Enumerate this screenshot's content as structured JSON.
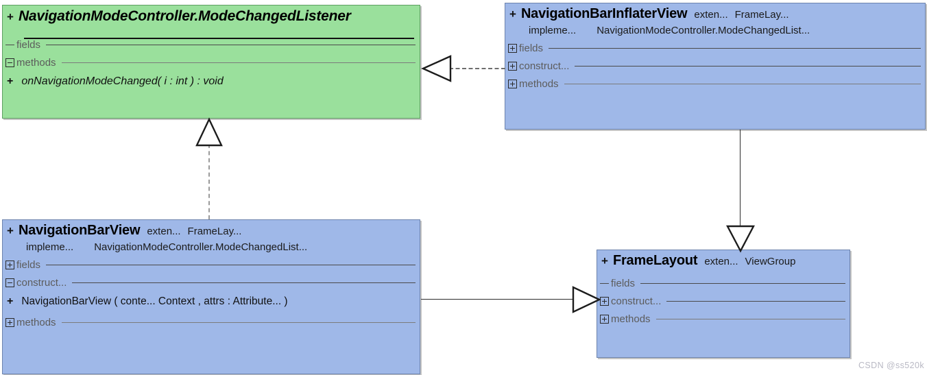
{
  "diagram": {
    "type": "uml-class-diagram",
    "watermark": "CSDN @ss520k",
    "colors": {
      "interface_fill": "#9ae09c",
      "class_fill": "#9fb8e8",
      "line": "#2b2b2b",
      "dashed_line": "#8a8a8a",
      "section_label": "#5c5c5c"
    }
  },
  "classes": {
    "mode_changed_listener": {
      "visibility": "+",
      "name": "NavigationModeController.ModeChangedListener",
      "stereotype": "interface",
      "sections": {
        "fields": {
          "label": "fields",
          "marker": "dash"
        },
        "methods": {
          "label": "methods",
          "marker": "minus"
        }
      },
      "methods": [
        {
          "visibility": "+",
          "signature": "onNavigationModeChanged( i : int ) : void"
        }
      ]
    },
    "nav_bar_inflater_view": {
      "visibility": "+",
      "name": "NavigationBarInflaterView",
      "extends_kw": "exten...",
      "extends_type": "FrameLay...",
      "implements_kw": "impleme...",
      "implements_type": "NavigationModeController.ModeChangedList...",
      "sections": {
        "fields": {
          "label": "fields",
          "marker": "plus"
        },
        "construct": {
          "label": "construct...",
          "marker": "plus"
        },
        "methods": {
          "label": "methods",
          "marker": "plus"
        }
      }
    },
    "nav_bar_view": {
      "visibility": "+",
      "name": "NavigationBarView",
      "extends_kw": "exten...",
      "extends_type": "FrameLay...",
      "implements_kw": "impleme...",
      "implements_type": "NavigationModeController.ModeChangedList...",
      "sections": {
        "fields": {
          "label": "fields",
          "marker": "plus"
        },
        "construct": {
          "label": "construct...",
          "marker": "minus"
        },
        "methods": {
          "label": "methods",
          "marker": "plus"
        }
      },
      "constructors": [
        {
          "visibility": "+",
          "signature": "NavigationBarView ( conte...  Context ,   attrs : Attribute...   )"
        }
      ]
    },
    "frame_layout": {
      "visibility": "+",
      "name": "FrameLayout",
      "extends_kw": "exten...",
      "extends_type": "ViewGroup",
      "sections": {
        "fields": {
          "label": "fields",
          "marker": "dash"
        },
        "construct": {
          "label": "construct...",
          "marker": "plus"
        },
        "methods": {
          "label": "methods",
          "marker": "plus"
        }
      }
    }
  },
  "relations": [
    {
      "id": "inflater-implements-listener",
      "kind": "realization",
      "style": "dashed",
      "arrowhead": "hollow-triangle",
      "from": "NavigationBarInflaterView",
      "to": "NavigationModeController.ModeChangedListener"
    },
    {
      "id": "navbarview-implements-listener",
      "kind": "realization",
      "style": "dashed",
      "arrowhead": "hollow-triangle",
      "from": "NavigationBarView",
      "to": "NavigationModeController.ModeChangedListener"
    },
    {
      "id": "inflater-extends-framelayout",
      "kind": "generalization",
      "style": "solid",
      "arrowhead": "hollow-triangle",
      "from": "NavigationBarInflaterView",
      "to": "FrameLayout"
    },
    {
      "id": "navbarview-extends-framelayout",
      "kind": "generalization",
      "style": "solid",
      "arrowhead": "hollow-triangle",
      "from": "NavigationBarView",
      "to": "FrameLayout"
    }
  ]
}
